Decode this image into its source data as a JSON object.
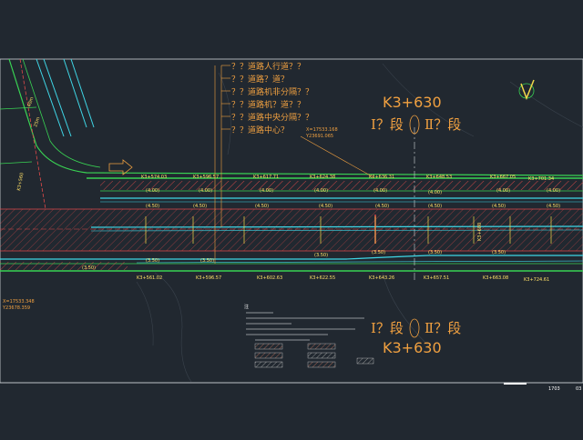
{
  "colors": {
    "background": "#212830",
    "frame": "#cfd4d8",
    "hatch_red": "#e04a4a",
    "road_green": "#39d353",
    "lane_cyan": "#3fd6e6",
    "leader_orange": "#f0a040",
    "marker_yellow": "#f2d84a",
    "label_white": "#ffffff"
  },
  "legend_callouts": [
    "？？道路人行道？？",
    "？？道路？道？",
    "？？道路机非分隔？？",
    "？？道路机？道？？",
    "？？道路中央分隔？？",
    "？？道路中心？"
  ],
  "section_top": {
    "station": "K3+630",
    "left": "Ⅰ？段",
    "right": "Ⅱ？段"
  },
  "section_bottom": {
    "station": "K3+630",
    "left": "Ⅰ？段",
    "right": "Ⅱ？段"
  },
  "coords_top": [
    "X=17533.168",
    "Y23691.065"
  ],
  "coords_left": [
    "X=17533.348",
    "Y23678.359"
  ],
  "north_arrow_icon": "north-arrow-icon",
  "notes_title": "注",
  "title_block": [
    "1703",
    "03"
  ]
}
